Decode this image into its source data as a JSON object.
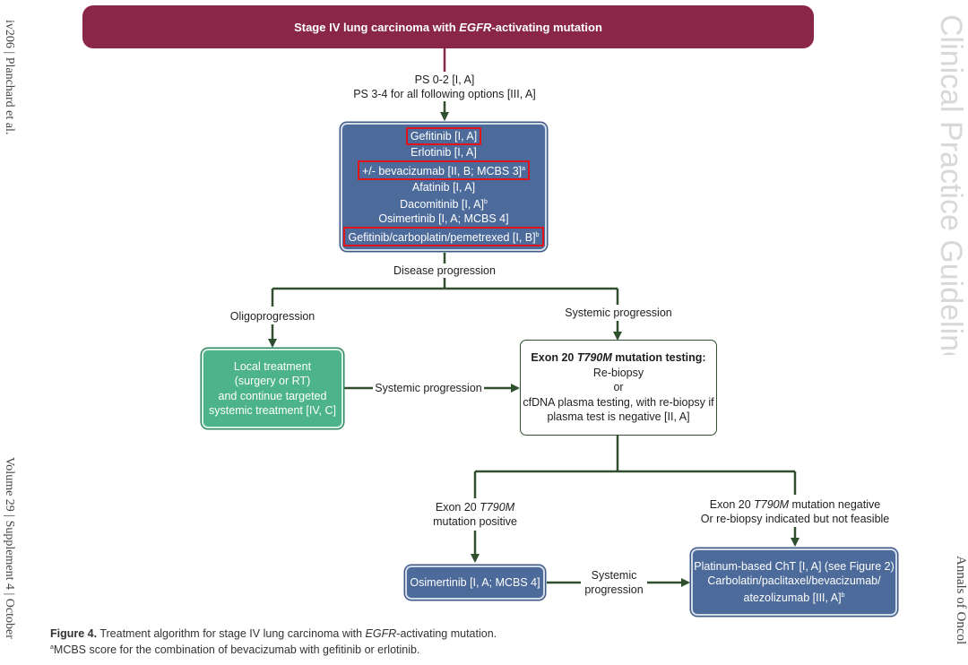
{
  "header": {
    "title_pre": "Stage IV lung carcinoma with ",
    "title_gene": "EGFR",
    "title_post": "-activating mutation"
  },
  "ps": {
    "line1": "PS 0-2 [I, A]",
    "line2": "PS 3-4 for all following options [III, A]"
  },
  "first_line": {
    "items": [
      {
        "text": "Gefitinib [I, A]",
        "sup": "",
        "highlight": true
      },
      {
        "text": "Erlotinib [I, A]",
        "sup": "",
        "highlight": false
      },
      {
        "text": "+/- bevacizumab [II, B; MCBS 3]",
        "sup": "a",
        "highlight": true
      },
      {
        "text": "Afatinib [I, A]",
        "sup": "",
        "highlight": false
      },
      {
        "text": "Dacomitinib [I, A]",
        "sup": "b",
        "highlight": false
      },
      {
        "text": "Osimertinib [I, A; MCBS 4]",
        "sup": "",
        "highlight": false
      },
      {
        "text": "Gefitinib/carboplatin/pemetrexed [I, B]",
        "sup": "b",
        "highlight": true
      }
    ]
  },
  "disease_progression": "Disease progression",
  "oligoprogression": "Oligoprogression",
  "systemic_progression_top": "Systemic progression",
  "local_treatment": {
    "lines": [
      "Local treatment",
      "(surgery or RT)",
      "and continue targeted",
      "systemic treatment [IV, C]"
    ]
  },
  "systemic_progression_mid": "Systemic progression",
  "testing": {
    "title_pre": "Exon 20 ",
    "title_gene": "T790M",
    "title_post": " mutation testing:",
    "lines": [
      "Re-biopsy",
      "or",
      "cfDNA plasma testing, with re-biopsy if",
      "plasma test is negative [II, A]"
    ]
  },
  "positive_label": {
    "pre": "Exon 20 ",
    "gene": "T790M",
    "line2": "mutation positive"
  },
  "negative_label": {
    "pre": "Exon 20 ",
    "gene": "T790M",
    "post": " mutation negative",
    "line2": "Or re-biopsy indicated but not feasible"
  },
  "osimertinib_box": "Osimertinib [I, A; MCBS 4]",
  "systemic_progression_bottom": {
    "line1": "Systemic",
    "line2": "progression"
  },
  "platinum_box": {
    "lines": [
      "Platinum-based ChT [I, A] (see Figure 2)",
      "Carbolatin/paclitaxel/bevacizumab/",
      "atezolizumab [III, A]"
    ],
    "sup": "b"
  },
  "caption": {
    "label": "Figure 4.",
    "text_pre": " Treatment algorithm for stage IV lung carcinoma with ",
    "gene": "EGFR",
    "text_post": "-activating mutation.",
    "footnote_marker": "a",
    "footnote": "MCBS score for the combination of bevacizumab with gefitinib or erlotinib."
  },
  "side_text": {
    "left": "iv206 | Planchard et al.",
    "left_bottom": "Volume 29 | Supplement 4 | October",
    "right_top": "Clinical Practice Guidelines",
    "right_bottom": "Annals of Oncol"
  },
  "colors": {
    "header": "#8a2749",
    "blue_box": "#4c6a9a",
    "green_box": "#4db388",
    "connector": "#2f4f2f",
    "highlight": "#e0141a"
  }
}
